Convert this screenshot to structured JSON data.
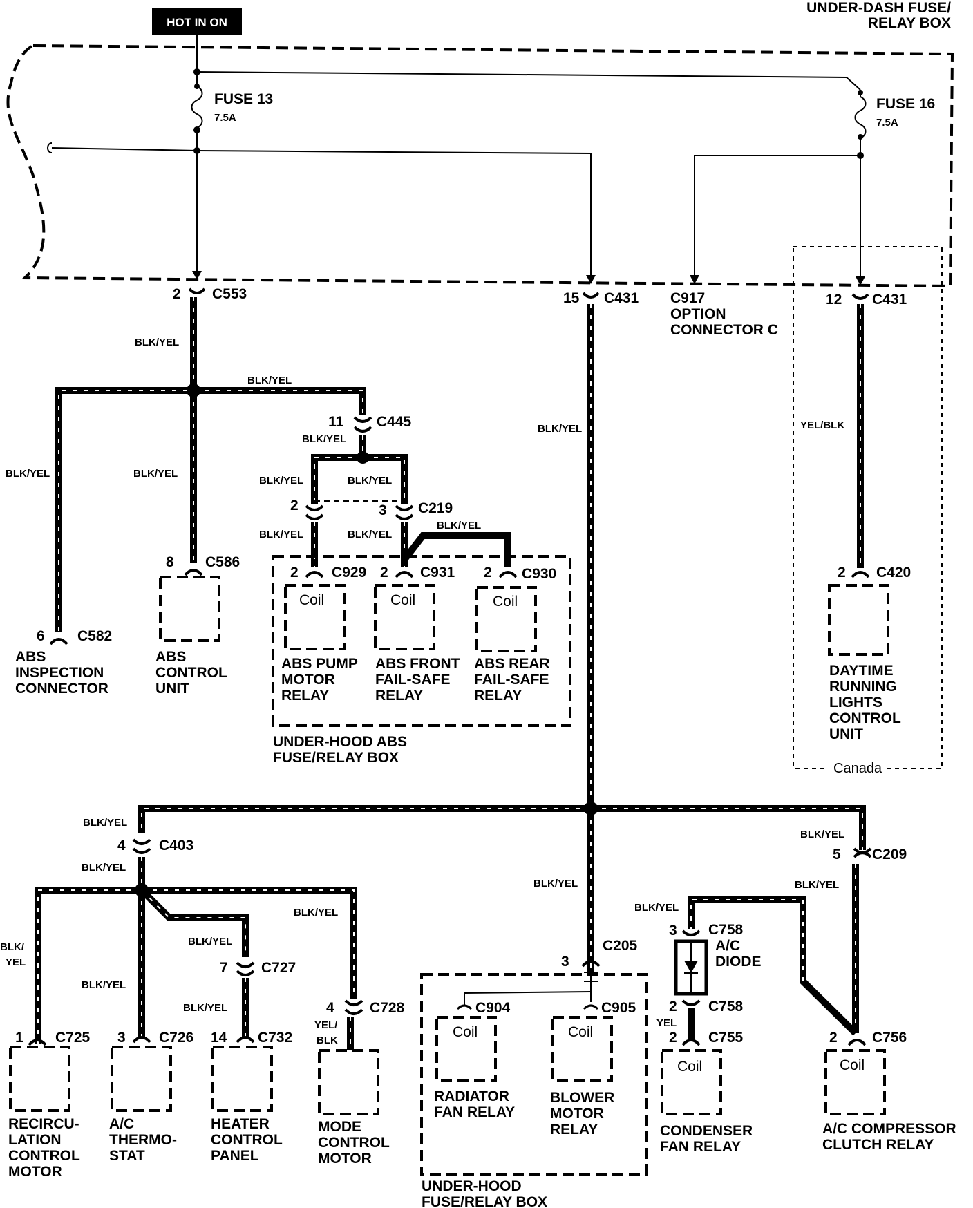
{
  "header": {
    "hot_label": "HOT IN ON",
    "box_title_line1": "UNDER-DASH FUSE/",
    "box_title_line2": "RELAY BOX"
  },
  "fuses": [
    {
      "name": "FUSE 13",
      "rating": "7.5A"
    },
    {
      "name": "FUSE 16",
      "rating": "7.5A"
    }
  ],
  "wire_colors": {
    "blk_yel": "BLK/YEL",
    "yel_blk": "YEL/BLK",
    "blk": "BLK/",
    "yel": "YEL",
    "yel_part": "YEL/",
    "blk_part": "BLK"
  },
  "pins": {
    "c553": "2",
    "c431a": "15",
    "c431b": "12",
    "c445": "11",
    "c219a": "2",
    "c219b": "3",
    "c929": "2",
    "c931": "2",
    "c930": "2",
    "c586": "8",
    "c582": "6",
    "c420": "2",
    "c403": "4",
    "c209": "5",
    "c205": "3",
    "c758a": "3",
    "c758b": "2",
    "c755": "2",
    "c756": "2",
    "c725": "1",
    "c726": "3",
    "c727": "7",
    "c732": "14",
    "c728": "4"
  },
  "connectors": {
    "c553": "C553",
    "c431": "C431",
    "c917": "C917",
    "option1": "OPTION",
    "option2": "CONNECTOR C",
    "c445": "C445",
    "c219": "C219",
    "c929": "C929",
    "c931": "C931",
    "c930": "C930",
    "c586": "C586",
    "c582": "C582",
    "c420": "C420",
    "c403": "C403",
    "c209": "C209",
    "c205": "C205",
    "c904": "C904",
    "c905": "C905",
    "c758": "C758",
    "c755": "C755",
    "c756": "C756",
    "c725": "C725",
    "c726": "C726",
    "c727": "C727",
    "c732": "C732",
    "c728": "C728"
  },
  "coil": "Coil",
  "components": {
    "abs_insp": [
      "ABS",
      "INSPECTION",
      "CONNECTOR"
    ],
    "abs_ctrl": [
      "ABS",
      "CONTROL",
      "UNIT"
    ],
    "abs_pump": [
      "ABS PUMP",
      "MOTOR",
      "RELAY"
    ],
    "abs_front": [
      "ABS FRONT",
      "FAIL-SAFE",
      "RELAY"
    ],
    "abs_rear": [
      "ABS REAR",
      "FAIL-SAFE",
      "RELAY"
    ],
    "abs_box": [
      "UNDER-HOOD ABS",
      "FUSE/RELAY BOX"
    ],
    "drl": [
      "DAYTIME",
      "RUNNING",
      "LIGHTS",
      "CONTROL",
      "UNIT"
    ],
    "canada": "Canada",
    "recirc": [
      "RECIRCU-",
      "LATION",
      "CONTROL",
      "MOTOR"
    ],
    "thermo": [
      "A/C",
      "THERMO-",
      "STAT"
    ],
    "heater": [
      "HEATER",
      "CONTROL",
      "PANEL"
    ],
    "mode": [
      "MODE",
      "CONTROL",
      "MOTOR"
    ],
    "radiator": [
      "RADIATOR",
      "FAN RELAY"
    ],
    "blower": [
      "BLOWER",
      "MOTOR",
      "RELAY"
    ],
    "uh_box": [
      "UNDER-HOOD",
      "FUSE/RELAY BOX"
    ],
    "diode": [
      "A/C",
      "DIODE"
    ],
    "condenser": [
      "CONDENSER",
      "FAN RELAY"
    ],
    "compressor": [
      "A/C COMPRESSOR",
      "CLUTCH RELAY"
    ]
  }
}
